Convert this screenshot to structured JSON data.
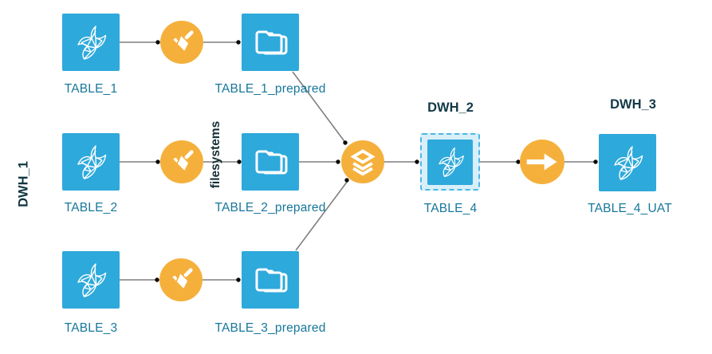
{
  "diagram": {
    "zones": {
      "dwh_1": "DWH_1",
      "dwh_2": "DWH_2",
      "dwh_3": "DWH_3",
      "filesystems": "filesystems"
    },
    "datasets": {
      "table_1": {
        "label": "TABLE_1",
        "type": "sqlserver"
      },
      "table_1_prepared": {
        "label": "TABLE_1_prepared",
        "type": "folder"
      },
      "table_2": {
        "label": "TABLE_2",
        "type": "sqlserver"
      },
      "table_2_prepared": {
        "label": "TABLE_2_prepared",
        "type": "folder"
      },
      "table_3": {
        "label": "TABLE_3",
        "type": "sqlserver"
      },
      "table_3_prepared": {
        "label": "TABLE_3_prepared",
        "type": "folder"
      },
      "table_4": {
        "label": "TABLE_4",
        "type": "sqlserver",
        "selected": true
      },
      "table_4_uat": {
        "label": "TABLE_4_UAT",
        "type": "sqlserver"
      }
    },
    "recipes": [
      {
        "id": "prepare_1",
        "icon": "broom-icon"
      },
      {
        "id": "prepare_2",
        "icon": "broom-icon"
      },
      {
        "id": "prepare_3",
        "icon": "broom-icon"
      },
      {
        "id": "stack",
        "icon": "stacked-layers-icon"
      },
      {
        "id": "sync",
        "icon": "arrow-right-icon"
      }
    ],
    "colors": {
      "dataset_blue": "#2ea9db",
      "recipe_orange": "#f5b03c",
      "label_teal": "#17779b",
      "heading_navy": "#123947",
      "edge_gray": "#7f7f7f",
      "selection_border": "#49b8e6",
      "selection_fill": "#d8effa"
    }
  }
}
